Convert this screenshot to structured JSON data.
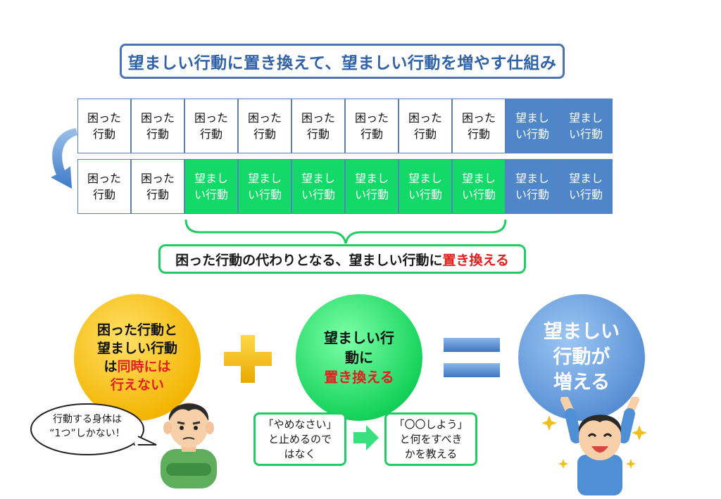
{
  "title": "望ましい行動に置き換えて、望ましい行動を増やす仕組み",
  "row1": [
    {
      "label": "困った\n行動",
      "kind": "bad"
    },
    {
      "label": "困った\n行動",
      "kind": "bad"
    },
    {
      "label": "困った\n行動",
      "kind": "bad"
    },
    {
      "label": "困った\n行動",
      "kind": "bad"
    },
    {
      "label": "困った\n行動",
      "kind": "bad"
    },
    {
      "label": "困った\n行動",
      "kind": "bad"
    },
    {
      "label": "困った\n行動",
      "kind": "bad"
    },
    {
      "label": "困った\n行動",
      "kind": "bad"
    },
    {
      "label": "望まし\nい行動",
      "kind": "good-blue"
    },
    {
      "label": "望まし\nい行動",
      "kind": "good-blue"
    }
  ],
  "row2": [
    {
      "label": "困った\n行動",
      "kind": "bad"
    },
    {
      "label": "困った\n行動",
      "kind": "bad"
    },
    {
      "label": "望まし\nい行動",
      "kind": "good-green"
    },
    {
      "label": "望まし\nい行動",
      "kind": "good-green"
    },
    {
      "label": "望まし\nい行動",
      "kind": "good-green"
    },
    {
      "label": "望まし\nい行動",
      "kind": "good-green"
    },
    {
      "label": "望まし\nい行動",
      "kind": "good-green"
    },
    {
      "label": "望まし\nい行動",
      "kind": "good-green"
    },
    {
      "label": "望まし\nい行動",
      "kind": "good-blue"
    },
    {
      "label": "望まし\nい行動",
      "kind": "good-blue"
    }
  ],
  "summary": {
    "prefix": "困った行動の代わりとなる、望ましい行動に",
    "highlight": "置き換える"
  },
  "circle_left": {
    "line1": "困った行動と",
    "line2": "望ましい行動",
    "line3_prefix": "は",
    "line3_red": "同時には",
    "line4_red": "行えない"
  },
  "circle_mid": {
    "line1": "望ましい行",
    "line2": "動に",
    "line3_red": "置き換える"
  },
  "circle_right": {
    "line1": "望ましい",
    "line2": "行動が",
    "line3": "増える"
  },
  "speech": {
    "line1": "行動する身体は",
    "line2": "“1つ”しかない！"
  },
  "box_stop": "「やめなさい」\nと止めるので\nはなく",
  "box_do": "「〇〇しよう」\nと何をすべき\nかを教える",
  "colors": {
    "title_border": "#4a74b8",
    "blue_cell": "#4f86c9",
    "green_cell": "#12d968",
    "accent_green": "#22cc64",
    "red": "#e21e1e",
    "yellow": "#f3b400"
  }
}
